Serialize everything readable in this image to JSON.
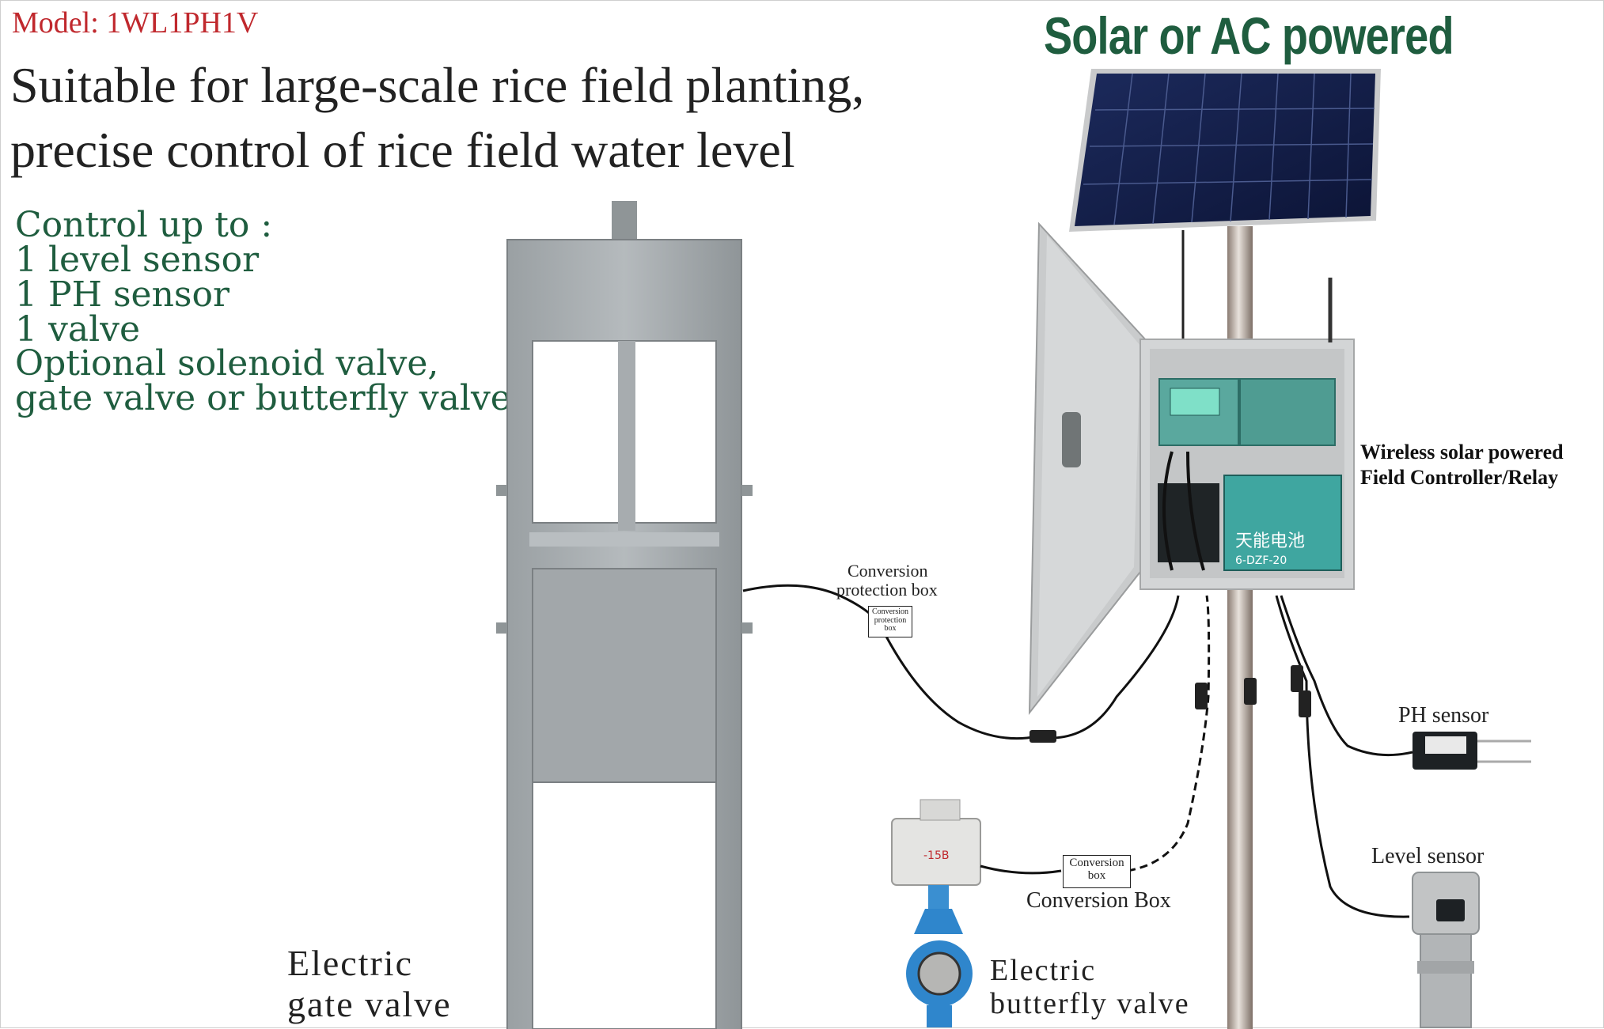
{
  "colors": {
    "red": "#c0282d",
    "green": "#1f5d3f"
  },
  "header": {
    "model": "Model: 1WL1PH1V",
    "headline_line1": "Suitable for large-scale rice field planting,",
    "headline_line2": "precise control of rice field water level",
    "power": "Solar or AC powered"
  },
  "control_list": [
    "Control up to :",
    "1 level sensor",
    "1 PH sensor",
    "1 valve",
    "Optional solenoid valve,",
    "gate valve or butterfly valve"
  ],
  "labels": {
    "controller_line1": "Wireless solar powered",
    "controller_line2": "Field Controller/Relay",
    "conversion_protection_line1": "Conversion",
    "conversion_protection_line2": "protection box",
    "small_box_line1": "Conversion",
    "small_box_line2": "protection",
    "small_box_line3": "box",
    "ph_sensor": "PH sensor",
    "level_sensor": "Level sensor",
    "conv_box_small_line1": "Conversion",
    "conv_box_small_line2": "box",
    "conversion_box": "Conversion Box",
    "gate_line1": "Electric",
    "gate_line2": "gate valve",
    "butterfly_line1": "Electric",
    "butterfly_line2": "butterfly valve"
  },
  "device_text": {
    "actuator_model": "-15B",
    "battery_brand": "天能电池",
    "battery_model": "6-DZF-20"
  }
}
